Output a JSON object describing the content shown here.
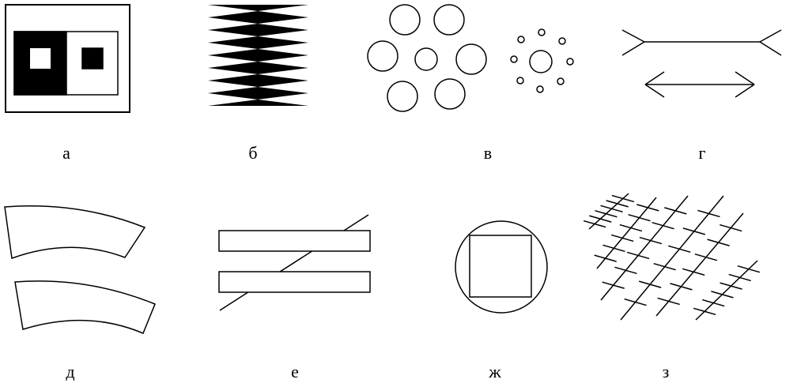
{
  "figure": {
    "labels": {
      "a": "а",
      "b": "б",
      "v": "в",
      "g": "г",
      "d": "д",
      "e": "е",
      "zh": "ж",
      "z": "з"
    }
  }
}
